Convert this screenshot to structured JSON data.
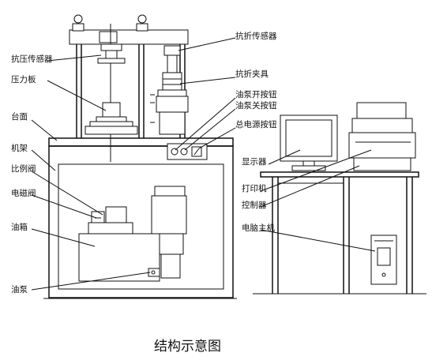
{
  "labels": {
    "bending_sensor": "抗折传感器",
    "compression_sensor": "抗压传感器",
    "bending_fixture": "抗折夹具",
    "pressure_plate": "压力板",
    "pump_start_button": "油泵开按钮",
    "pump_stop_button": "油泵关按钮",
    "power_switch": "总电源按钮",
    "table_top": "台面",
    "frame": "机架",
    "monitor": "显示器",
    "proportional_valve": "比例阀",
    "solenoid_valve": "电磁阀",
    "printer": "打印机",
    "controller": "控制器",
    "tank": "油箱",
    "pc_host": "电脑主机",
    "pump": "油泵"
  },
  "caption": "结构示意图"
}
